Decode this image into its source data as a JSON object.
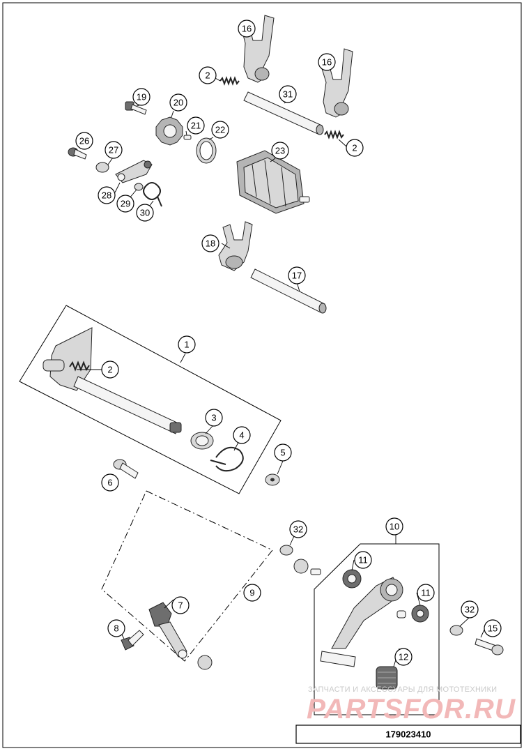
{
  "callouts": [
    "1",
    "2",
    "2",
    "2",
    "3",
    "4",
    "5",
    "6",
    "7",
    "8",
    "9",
    "10",
    "11",
    "11",
    "12",
    "15",
    "16",
    "16",
    "17",
    "18",
    "19",
    "20",
    "21",
    "22",
    "23",
    "26",
    "27",
    "28",
    "29",
    "30",
    "31",
    "32",
    "32"
  ],
  "diagram_code": "179023410",
  "watermark": {
    "subtitle": "ЗАПЧАСТИ И АКСЕССУАРЫ ДЛЯ МОТОТЕХНИКИ",
    "logo": "PARTSFOR.RU"
  }
}
